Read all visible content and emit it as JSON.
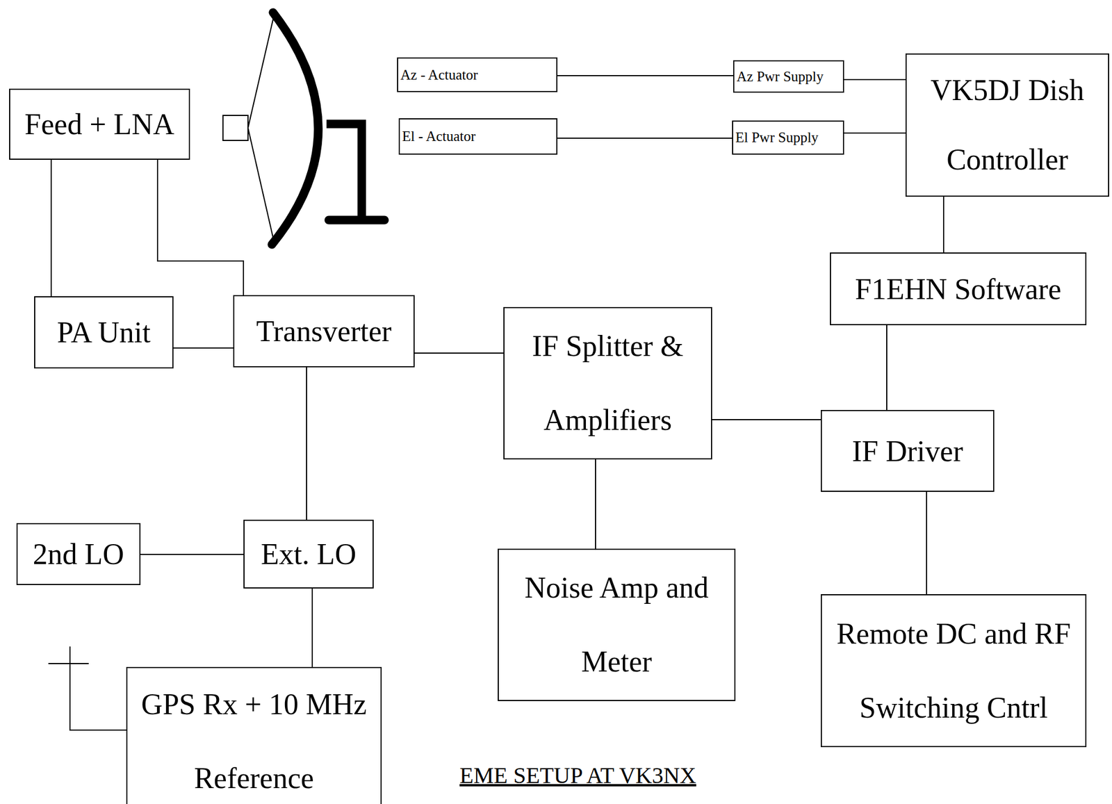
{
  "diagram": {
    "caption": "EME SETUP AT VK3NX",
    "nodes": [
      {
        "text": [
          "Feed + LNA"
        ]
      },
      {
        "text": [
          "Az - Actuator"
        ]
      },
      {
        "text": [
          "Az Pwr Supply"
        ]
      },
      {
        "text": [
          "VK5DJ Dish Controller"
        ]
      },
      {
        "text": [
          "El - Actuator"
        ]
      },
      {
        "text": [
          "El Pwr Supply"
        ]
      },
      {
        "text": [
          "PA Unit"
        ]
      },
      {
        "text": [
          "Transverter"
        ]
      },
      {
        "text": [
          "F1EHN Software"
        ]
      },
      {
        "text": [
          "IF Splitter & Amplifiers"
        ]
      },
      {
        "text": [
          "IF Driver"
        ]
      },
      {
        "text": [
          "2nd LO"
        ]
      },
      {
        "text": [
          "Ext. LO"
        ]
      },
      {
        "text": [
          "Noise Amp and Meter"
        ]
      },
      {
        "text": [
          "Remote DC and RF Switching Cntrl"
        ]
      },
      {
        "text": [
          "GPS Rx + 10 MHz Reference"
        ]
      }
    ],
    "edges": [
      {
        "from": 0,
        "to": 6,
        "arrow": "none"
      },
      {
        "from": 0,
        "to": 7,
        "arrow": "none"
      },
      {
        "from": 6,
        "to": 7,
        "arrow": "none"
      },
      {
        "from": 7,
        "to": 9,
        "arrow": "none"
      },
      {
        "from": 7,
        "to": 12,
        "arrow": "none"
      },
      {
        "from": 11,
        "to": 12,
        "arrow": "none"
      },
      {
        "from": 12,
        "to": 15,
        "arrow": "none"
      },
      {
        "from": 9,
        "to": 13,
        "arrow": "none"
      },
      {
        "from": 9,
        "to": 10,
        "arrow": "none"
      },
      {
        "from": 10,
        "to": 8,
        "arrow": "none"
      },
      {
        "from": 8,
        "to": 3,
        "arrow": "none"
      },
      {
        "from": 10,
        "to": 14,
        "arrow": "none"
      },
      {
        "from": 1,
        "to": 2,
        "arrow": "none"
      },
      {
        "from": 2,
        "to": 3,
        "arrow": "none"
      },
      {
        "from": 4,
        "to": 5,
        "arrow": "none"
      },
      {
        "from": 5,
        "to": 3,
        "arrow": "none"
      }
    ]
  }
}
